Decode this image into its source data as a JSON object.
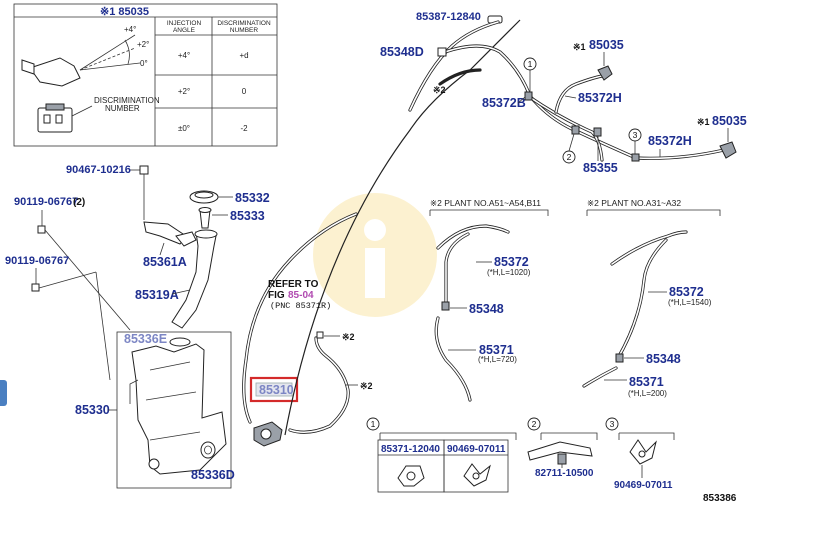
{
  "table": {
    "ref": "※1 85035",
    "col_angle": "INJECTION ANGLE",
    "col_disc": "DISCRIMINATION NUMBER",
    "rows": [
      {
        "angle": "+4°",
        "disc": "+d"
      },
      {
        "angle": "+2°",
        "disc": "0"
      },
      {
        "angle": "±0°",
        "disc": "-2"
      }
    ],
    "angle_marks": [
      "+4°",
      "+2°",
      "0°"
    ],
    "disc_label": "DISCRIMINATION NUMBER"
  },
  "parts": {
    "p1": "90467-10216",
    "p2": "90119-06767",
    "p2_qty": "(2)",
    "p3": "90119-06767",
    "p4": "85361A",
    "p5": "85332",
    "p6": "85333",
    "p7": "85319A",
    "p8": "85336E",
    "p9": "85330",
    "p10": "85336D",
    "p11": "85310",
    "p12": "85387-12840",
    "p13": "85348D",
    "p14": "85372B",
    "p15": "85372H",
    "p16": "85035",
    "p17": "85355",
    "p18": "85372H",
    "p19": "85035",
    "p20": "85372",
    "p21": "85348",
    "p22": "85371",
    "p23": "85372",
    "p24": "85348",
    "p25": "85371",
    "p26": "85371-12040",
    "p27": "90469-07011",
    "p28": "82711-10500",
    "p29": "90469-07011"
  },
  "notes": {
    "mark1": "※1",
    "mark1b": "※1",
    "mark2a": "※2",
    "mark2b": "※2",
    "mark2c": "※2",
    "plant1": "※2 PLANT NO.A51~A54,B11",
    "plant2": "※2 PLANT NO.A31~A32",
    "len1": "(*H,L=1020)",
    "len2": "(*H,L=720)",
    "len3": "(*H,L=1540)",
    "len4": "(*H,L=200)",
    "refer1": "REFER TO",
    "refer2": "FIG",
    "refer_fig": "85-04",
    "refer_pnc": "(PNC 85371R)",
    "circle1": "1",
    "circle2": "2",
    "circle3": "3",
    "inset1": "1",
    "inset2": "2",
    "inset3": "3",
    "diagram_no": "853386"
  }
}
